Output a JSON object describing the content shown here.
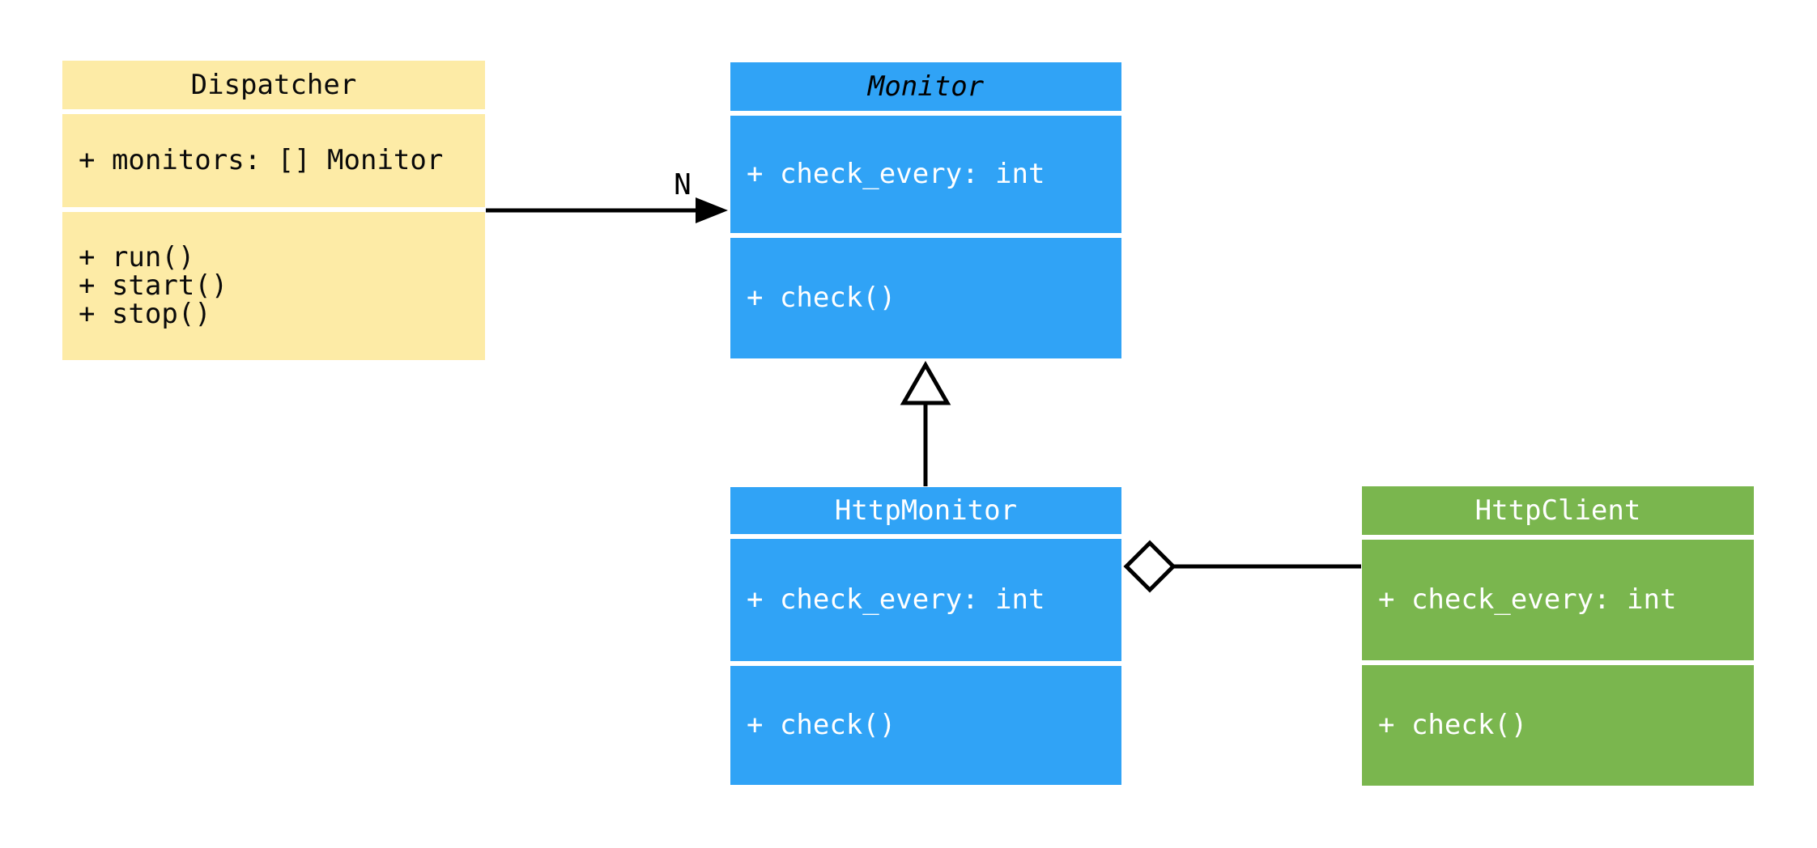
{
  "diagram": {
    "kind": "uml-class-diagram",
    "background": "#ffffff",
    "line_color": "#000000",
    "classes": [
      {
        "name": "Dispatcher",
        "abstract": false,
        "title_font_style": "normal",
        "fill": "#FDEBA6",
        "text_color": "#0a0a0a",
        "attributes": [
          "+ monitors: [] Monitor"
        ],
        "methods": [
          "+ run()",
          "+ start()",
          "+ stop()"
        ]
      },
      {
        "name": "Monitor",
        "abstract": true,
        "title_font_style": "italic",
        "fill": "#30A3F6",
        "text_color": "#ffffff",
        "attributes": [
          "+ check_every: int"
        ],
        "methods": [
          "+ check()"
        ]
      },
      {
        "name": "HttpMonitor",
        "abstract": false,
        "title_font_style": "normal",
        "fill": "#30A3F6",
        "text_color": "#ffffff",
        "attributes": [
          "+ check_every: int"
        ],
        "methods": [
          "+ check()"
        ]
      },
      {
        "name": "HttpClient",
        "abstract": false,
        "title_font_style": "normal",
        "fill": "#7AB64E",
        "text_color": "#ffffff",
        "attributes": [
          "+ check_every: int"
        ],
        "methods": [
          "+ check()"
        ]
      }
    ],
    "relationships": [
      {
        "type": "association",
        "from": "Dispatcher",
        "to": "Monitor",
        "label": "N",
        "arrow": "filled-arrowhead"
      },
      {
        "type": "generalization",
        "from": "HttpMonitor",
        "to": "Monitor",
        "label": "",
        "arrow": "hollow-triangle"
      },
      {
        "type": "aggregation",
        "from": "HttpMonitor",
        "to": "HttpClient",
        "label": "",
        "arrow": "hollow-diamond"
      }
    ]
  }
}
